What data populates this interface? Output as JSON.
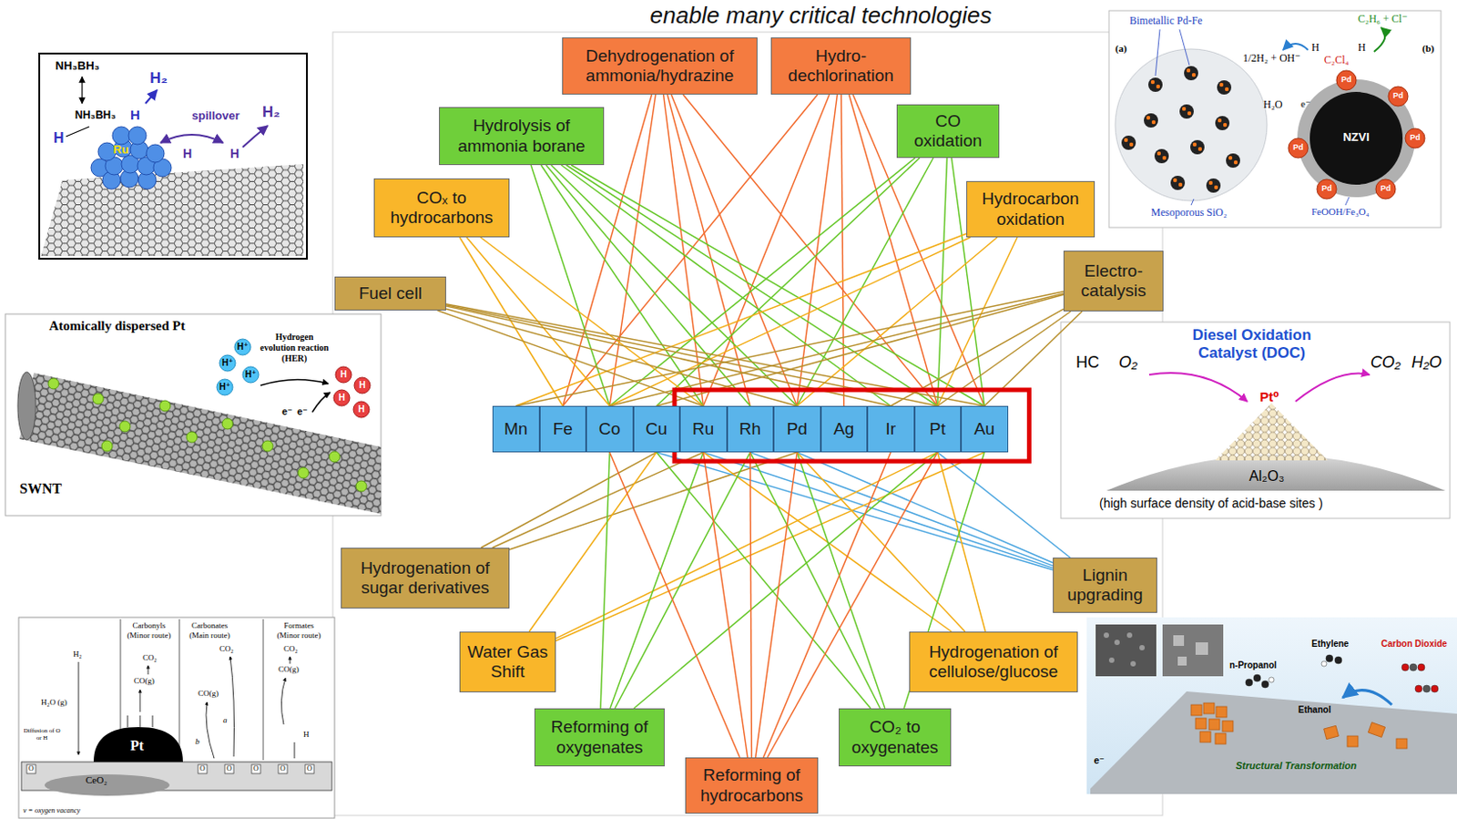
{
  "diagram": {
    "title": "enable many critical technologies",
    "nodes": [
      {
        "text": [
          "Dehydrogenation of ammonia/hydrazine"
        ]
      },
      {
        "text": [
          "Hydro- dechlorination"
        ]
      },
      {
        "text": [
          "Hydrolysis of ammonia borane"
        ]
      },
      {
        "text": [
          "CO oxidation"
        ]
      },
      {
        "text": [
          "COₓ to hydrocarbons"
        ]
      },
      {
        "text": [
          "Hydrocarbon oxidation"
        ]
      },
      {
        "text": [
          "Fuel cell"
        ]
      },
      {
        "text": [
          "Electro- catalysis"
        ]
      },
      {
        "text": [
          "Mn"
        ]
      },
      {
        "text": [
          "Fe"
        ]
      },
      {
        "text": [
          "Co"
        ]
      },
      {
        "text": [
          "Cu"
        ]
      },
      {
        "text": [
          "Ru"
        ]
      },
      {
        "text": [
          "Rh"
        ]
      },
      {
        "text": [
          "Pd"
        ]
      },
      {
        "text": [
          "Ag"
        ]
      },
      {
        "text": [
          "Ir"
        ]
      },
      {
        "text": [
          "Pt"
        ]
      },
      {
        "text": [
          "Au"
        ]
      },
      {
        "text": [
          "Hydrogenation of sugar derivatives"
        ]
      },
      {
        "text": [
          "Lignin upgrading"
        ]
      },
      {
        "text": [
          "Water Gas Shift"
        ]
      },
      {
        "text": [
          "Hydrogenation of cellulose/glucose"
        ]
      },
      {
        "text": [
          "Reforming of oxygenates"
        ]
      },
      {
        "text": [
          "CO₂ to oxygenates"
        ]
      },
      {
        "text": [
          "Reforming of hydrocarbons"
        ]
      }
    ],
    "edges": [
      {
        "from": 0,
        "to": 9,
        "arrow": "none"
      },
      {
        "from": 0,
        "to": 10,
        "arrow": "none"
      },
      {
        "from": 0,
        "to": 12,
        "arrow": "none"
      },
      {
        "from": 0,
        "to": 13,
        "arrow": "none"
      },
      {
        "from": 0,
        "to": 14,
        "arrow": "none"
      },
      {
        "from": 0,
        "to": 17,
        "arrow": "none"
      },
      {
        "from": 1,
        "to": 9,
        "arrow": "none"
      },
      {
        "from": 1,
        "to": 12,
        "arrow": "none"
      },
      {
        "from": 1,
        "to": 14,
        "arrow": "none"
      },
      {
        "from": 1,
        "to": 15,
        "arrow": "none"
      },
      {
        "from": 1,
        "to": 17,
        "arrow": "none"
      },
      {
        "from": 1,
        "to": 18,
        "arrow": "none"
      },
      {
        "from": 2,
        "to": 10,
        "arrow": "none"
      },
      {
        "from": 2,
        "to": 12,
        "arrow": "none"
      },
      {
        "from": 2,
        "to": 13,
        "arrow": "none"
      },
      {
        "from": 2,
        "to": 14,
        "arrow": "none"
      },
      {
        "from": 2,
        "to": 16,
        "arrow": "none"
      },
      {
        "from": 2,
        "to": 17,
        "arrow": "none"
      },
      {
        "from": 2,
        "to": 18,
        "arrow": "none"
      },
      {
        "from": 3,
        "to": 10,
        "arrow": "none"
      },
      {
        "from": 3,
        "to": 11,
        "arrow": "none"
      },
      {
        "from": 3,
        "to": 14,
        "arrow": "none"
      },
      {
        "from": 3,
        "to": 17,
        "arrow": "none"
      },
      {
        "from": 3,
        "to": 18,
        "arrow": "none"
      },
      {
        "from": 4,
        "to": 9,
        "arrow": "none"
      },
      {
        "from": 4,
        "to": 10,
        "arrow": "none"
      },
      {
        "from": 4,
        "to": 12,
        "arrow": "none"
      },
      {
        "from": 5,
        "to": 8,
        "arrow": "none"
      },
      {
        "from": 5,
        "to": 10,
        "arrow": "none"
      },
      {
        "from": 5,
        "to": 14,
        "arrow": "none"
      },
      {
        "from": 5,
        "to": 17,
        "arrow": "none"
      },
      {
        "from": 6,
        "to": 12,
        "arrow": "none"
      },
      {
        "from": 6,
        "to": 14,
        "arrow": "none"
      },
      {
        "from": 6,
        "to": 16,
        "arrow": "none"
      },
      {
        "from": 6,
        "to": 17,
        "arrow": "none"
      },
      {
        "from": 6,
        "to": 18,
        "arrow": "none"
      },
      {
        "from": 7,
        "to": 8,
        "arrow": "none"
      },
      {
        "from": 7,
        "to": 10,
        "arrow": "none"
      },
      {
        "from": 7,
        "to": 11,
        "arrow": "none"
      },
      {
        "from": 7,
        "to": 16,
        "arrow": "none"
      },
      {
        "from": 7,
        "to": 17,
        "arrow": "none"
      },
      {
        "from": 7,
        "to": 18,
        "arrow": "none"
      },
      {
        "from": 19,
        "to": 11,
        "arrow": "none"
      },
      {
        "from": 19,
        "to": 12,
        "arrow": "none"
      },
      {
        "from": 19,
        "to": 14,
        "arrow": "none"
      },
      {
        "from": 20,
        "to": 11,
        "arrow": "none"
      },
      {
        "from": 20,
        "to": 12,
        "arrow": "none"
      },
      {
        "from": 20,
        "to": 13,
        "arrow": "none"
      },
      {
        "from": 20,
        "to": 14,
        "arrow": "none"
      },
      {
        "from": 20,
        "to": 17,
        "arrow": "none"
      },
      {
        "from": 21,
        "to": 11,
        "arrow": "none"
      },
      {
        "from": 21,
        "to": 17,
        "arrow": "none"
      },
      {
        "from": 21,
        "to": 18,
        "arrow": "none"
      },
      {
        "from": 22,
        "to": 12,
        "arrow": "none"
      },
      {
        "from": 22,
        "to": 14,
        "arrow": "none"
      },
      {
        "from": 22,
        "to": 17,
        "arrow": "none"
      },
      {
        "from": 23,
        "to": 10,
        "arrow": "none"
      },
      {
        "from": 23,
        "to": 12,
        "arrow": "none"
      },
      {
        "from": 23,
        "to": 13,
        "arrow": "none"
      },
      {
        "from": 23,
        "to": 17,
        "arrow": "none"
      },
      {
        "from": 24,
        "to": 11,
        "arrow": "none"
      },
      {
        "from": 24,
        "to": 13,
        "arrow": "none"
      },
      {
        "from": 24,
        "to": 14,
        "arrow": "none"
      },
      {
        "from": 24,
        "to": 18,
        "arrow": "none"
      },
      {
        "from": 25,
        "to": 10,
        "arrow": "none"
      },
      {
        "from": 25,
        "to": 12,
        "arrow": "none"
      },
      {
        "from": 25,
        "to": 13,
        "arrow": "none"
      },
      {
        "from": 25,
        "to": 14,
        "arrow": "none"
      },
      {
        "from": 25,
        "to": 16,
        "arrow": "none"
      },
      {
        "from": 25,
        "to": 17,
        "arrow": "none"
      }
    ],
    "labels": [
      "NH₃BH₃",
      "NH₃BH₃",
      "H₂",
      "H₂",
      "H",
      "H",
      "spillover",
      "H",
      "H",
      "Ru",
      "Atomically dispersed Pt",
      "Hydrogen evolution reaction (HER)",
      "H⁺",
      "H⁺",
      "H⁺",
      "H⁺",
      "H",
      "H",
      "H",
      "H",
      "e⁻",
      "e⁻",
      "SWNT",
      "Carbonyls (Minor route)",
      "Carbonates (Main route)",
      "Formates (Minor route)",
      "H₂",
      "H₂O (g)",
      "CO₂",
      "CO(g)",
      "CO₂",
      "CO(g)",
      "CO₂",
      "CO(g)",
      "a",
      "b",
      "H",
      "Pt",
      "CeO₂",
      "Diffusion of O or H",
      "v = oxygen vacancy",
      "O",
      "O",
      "O",
      "O",
      "O",
      "O",
      "Bimetallic Pd-Fe",
      "(a)",
      "(b)",
      "Mesoporous SiO₂",
      "1/2H₂ + OH⁻",
      "H₂O",
      "e⁻",
      "C₂H₆ + Cl⁻",
      "C₂Cl₄",
      "H",
      "H",
      "Pd",
      "Pd",
      "Pd",
      "Pd",
      "Pd",
      "Pd",
      "NZVI",
      "FeOOH/Fe₃O₄",
      "Diesel Oxidation Catalyst (DOC)",
      "HC",
      "O₂",
      "CO₂",
      "H₂O",
      "Pt⁰",
      "Al₂O₃",
      "(high surface density of acid-base sites )",
      "n-Propanol",
      "Ethylene",
      "Ethanol",
      "Carbon Dioxide",
      "Structural Transformation",
      "e⁻"
    ]
  }
}
